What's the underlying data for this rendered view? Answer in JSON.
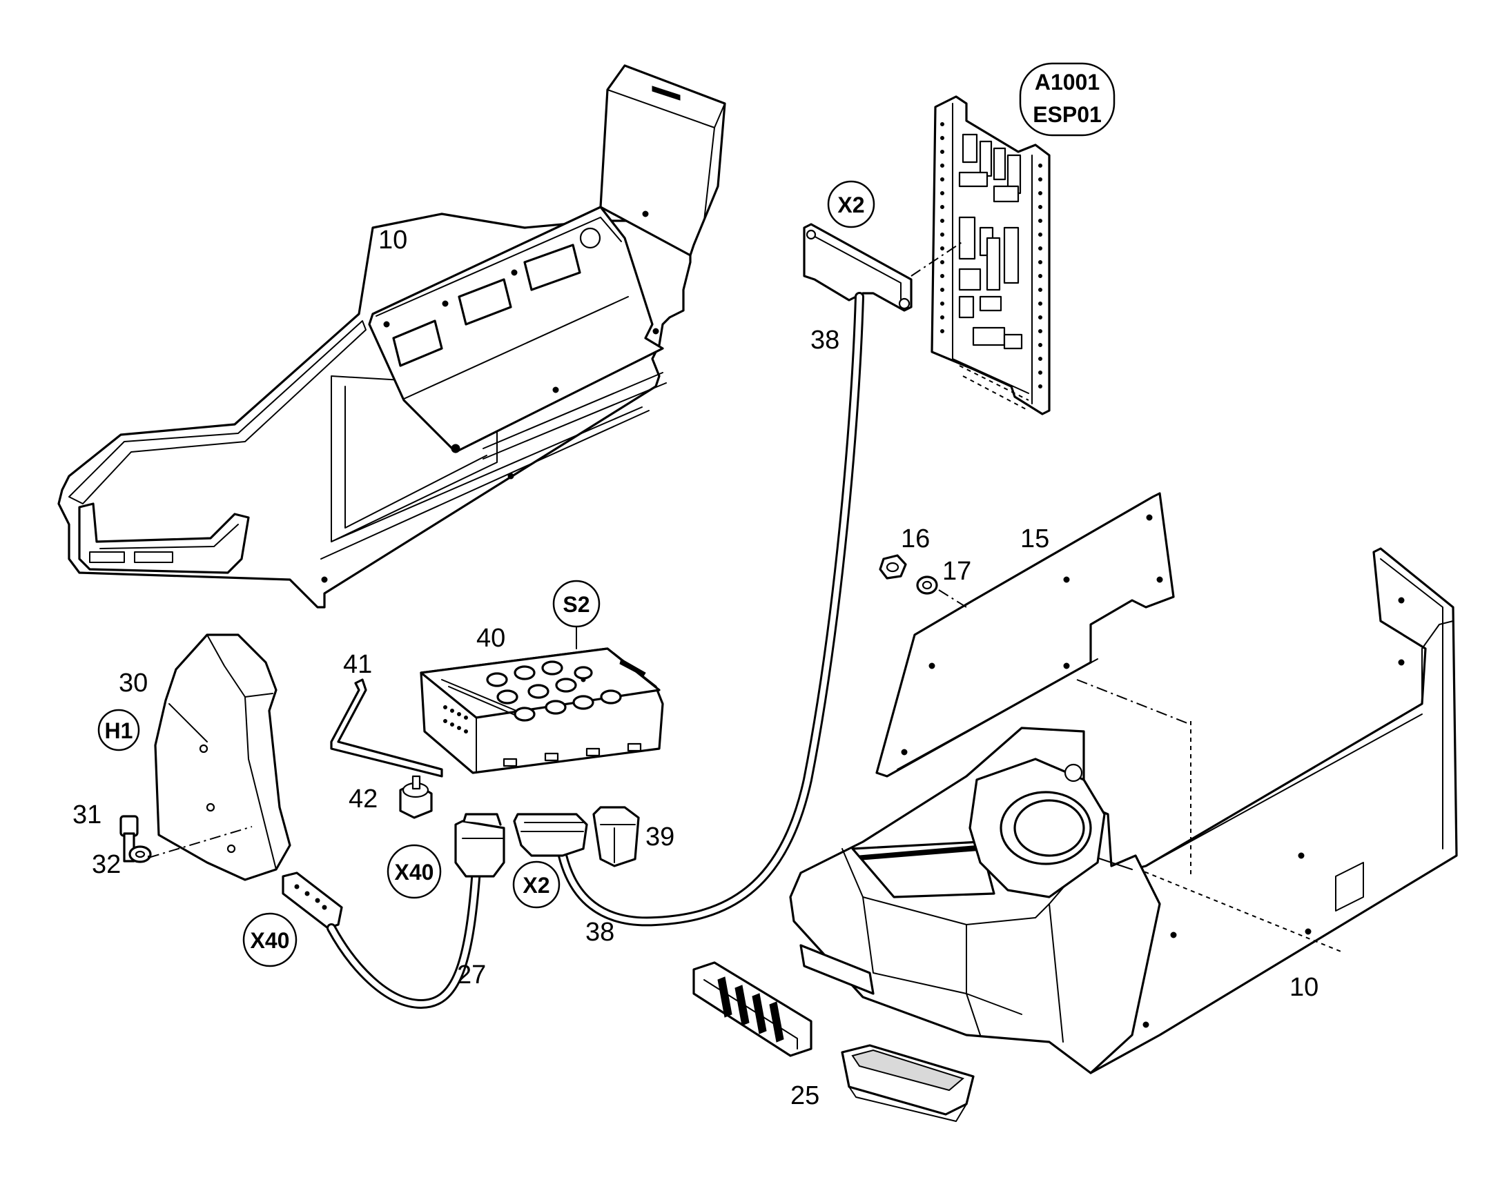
{
  "part_numbers": {
    "p10_top": "10",
    "p10_bottom": "10",
    "p15": "15",
    "p16": "16",
    "p17": "17",
    "p25": "25",
    "p27": "27",
    "p30": "30",
    "p31": "31",
    "p32": "32",
    "p38_top": "38",
    "p38_bottom": "38",
    "p39": "39",
    "p40": "40",
    "p41": "41",
    "p42": "42"
  },
  "connector_tags": {
    "a1001_line1": "A1001",
    "a1001_line2": "ESP01",
    "x2_top": "X2",
    "x2_bottom": "X2",
    "s2": "S2",
    "h1": "H1",
    "x40_left": "X40",
    "x40_right": "X40"
  }
}
